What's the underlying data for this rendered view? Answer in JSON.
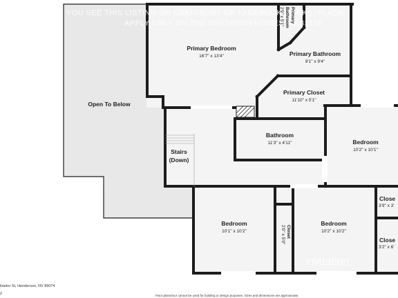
{
  "watermark": {
    "line1": "YOU SEE THIS LISTING ON CRAIGSLIST OR FACEBOOK MARKETPLACE",
    "line2": "APPLY ONLY ON THE INVITATION HOMES WEBSITE",
    "logo": "invitation"
  },
  "rooms": {
    "open_to_below": {
      "name": "Open To Below"
    },
    "primary_bedroom": {
      "name": "Primary Bedroom",
      "dim": "16'7\" x 13'4\""
    },
    "primary_bath_closet": {
      "name_line1": "Primary",
      "name_line2": "Bathroom",
      "dim": "2'9\" x 5'1\""
    },
    "primary_bathroom": {
      "name": "Primary Bathroom",
      "dim": "9'1\" x 9'4\""
    },
    "primary_closet": {
      "name": "Primary Closet",
      "dim": "11'10\" x 5'1\""
    },
    "bathroom": {
      "name": "Bathroom",
      "dim": "11'3\" x 4'11\""
    },
    "stairs": {
      "name_line1": "Stairs",
      "name_line2": "(Down)"
    },
    "bedroom_right": {
      "name": "Bedroom",
      "dim": "10'2\" x 10'1\""
    },
    "closet_right_top": {
      "name": "Close",
      "dim": "3'9\" x 3'"
    },
    "bedroom_bottom_left": {
      "name": "Bedroom",
      "dim": "10'1\" x 10'2\""
    },
    "closet_middle": {
      "name": "Closet",
      "dim": "2'0\" x 5'0\""
    },
    "bedroom_bottom_mid": {
      "name": "Bedroom",
      "dim": "10'2\" x 10'2\""
    },
    "closet_right_bottom": {
      "name": "Close",
      "dim": "3'2\" x 6'"
    }
  },
  "footer": {
    "address": "lirador St, Henderson, NV 89074",
    "page": "2",
    "disclaimer": "Floor plans/tour cannot be used for building or design purposes. Sizes and dimensions are approximate."
  },
  "colors": {
    "wall": "#1c1c1c",
    "open_area": "#e8e8e8",
    "floor": "#f4f4f4",
    "window": "#ffffff"
  }
}
